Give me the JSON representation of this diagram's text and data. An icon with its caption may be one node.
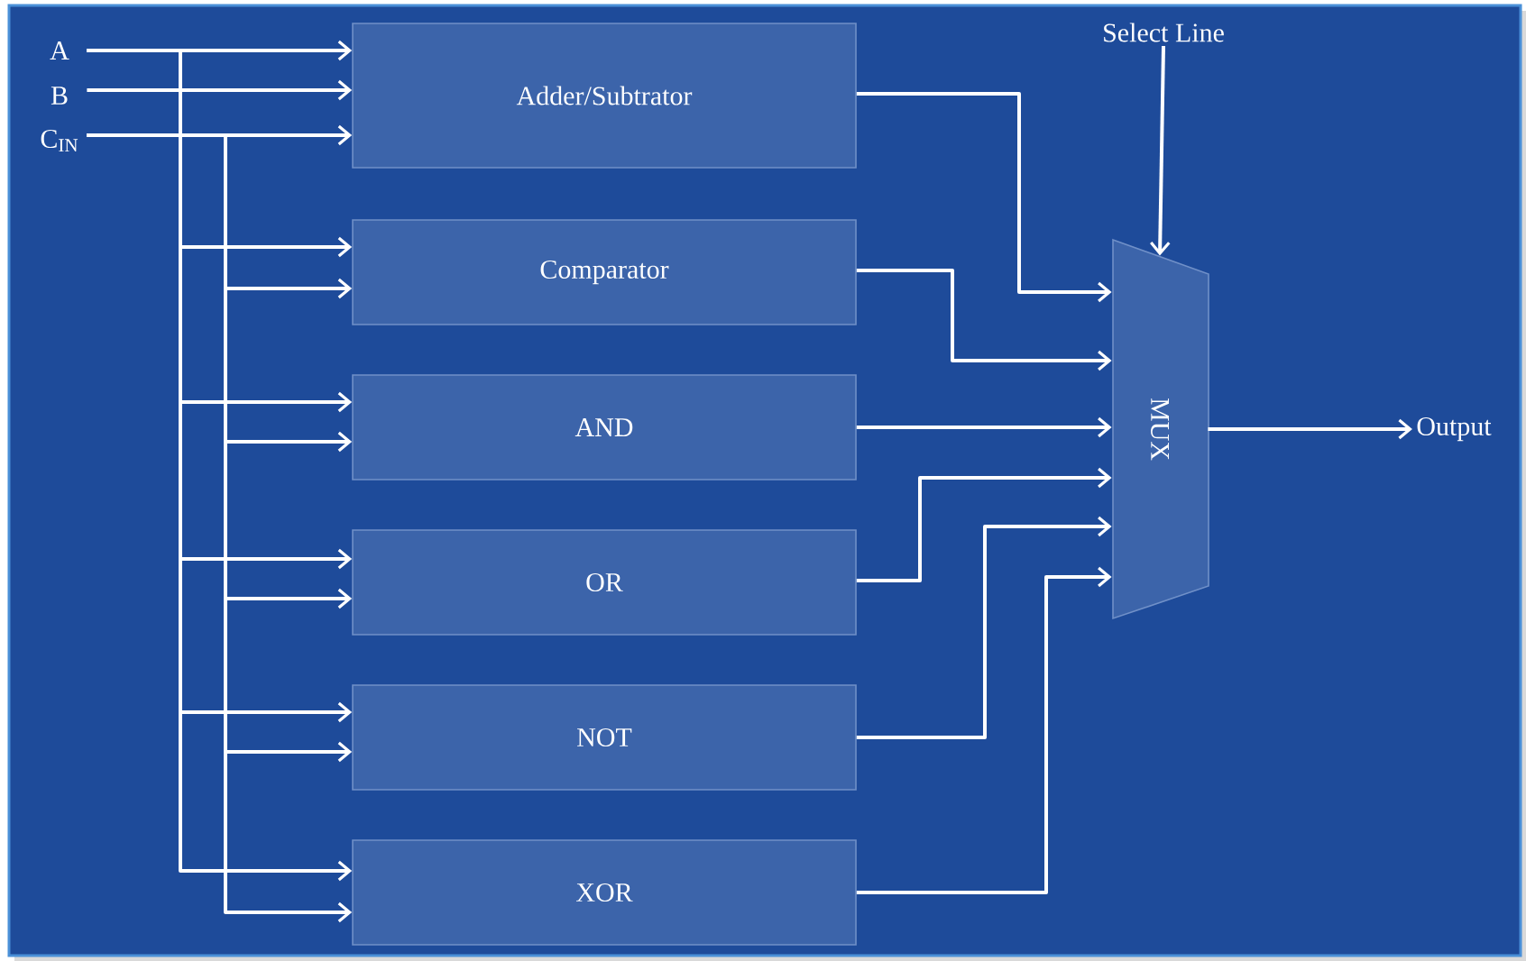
{
  "diagram": {
    "nodes": [
      {
        "text": [
          "A"
        ]
      },
      {
        "text": [
          "B"
        ]
      },
      {
        "text": [
          "C$_{IN}$"
        ]
      },
      {
        "text": [
          "Adder/Subtrator"
        ]
      },
      {
        "text": [
          "Comparator"
        ]
      },
      {
        "text": [
          "AND"
        ]
      },
      {
        "text": [
          "OR"
        ]
      },
      {
        "text": [
          "NOT"
        ]
      },
      {
        "text": [
          "XOR"
        ]
      },
      {
        "text": [
          "MUX"
        ]
      },
      {
        "text": [
          "Select Line"
        ]
      },
      {
        "text": [
          "Output"
        ]
      }
    ],
    "edges": [
      {
        "from": 0,
        "to": 3,
        "arrow": "to"
      },
      {
        "from": 1,
        "to": 3,
        "arrow": "to"
      },
      {
        "from": 2,
        "to": 3,
        "arrow": "to"
      },
      {
        "from": 0,
        "to": 4,
        "arrow": "to"
      },
      {
        "from": 2,
        "to": 4,
        "arrow": "to"
      },
      {
        "from": 0,
        "to": 5,
        "arrow": "to"
      },
      {
        "from": 2,
        "to": 5,
        "arrow": "to"
      },
      {
        "from": 0,
        "to": 6,
        "arrow": "to"
      },
      {
        "from": 2,
        "to": 6,
        "arrow": "to"
      },
      {
        "from": 0,
        "to": 7,
        "arrow": "to"
      },
      {
        "from": 2,
        "to": 7,
        "arrow": "to"
      },
      {
        "from": 0,
        "to": 8,
        "arrow": "to"
      },
      {
        "from": 2,
        "to": 8,
        "arrow": "to"
      },
      {
        "from": 3,
        "to": 9,
        "arrow": "to"
      },
      {
        "from": 4,
        "to": 9,
        "arrow": "to"
      },
      {
        "from": 5,
        "to": 9,
        "arrow": "to"
      },
      {
        "from": 6,
        "to": 9,
        "arrow": "to"
      },
      {
        "from": 7,
        "to": 9,
        "arrow": "to"
      },
      {
        "from": 8,
        "to": 9,
        "arrow": "to"
      },
      {
        "from": 10,
        "to": 9,
        "arrow": "to"
      },
      {
        "from": 9,
        "to": 11,
        "arrow": "to"
      }
    ]
  }
}
